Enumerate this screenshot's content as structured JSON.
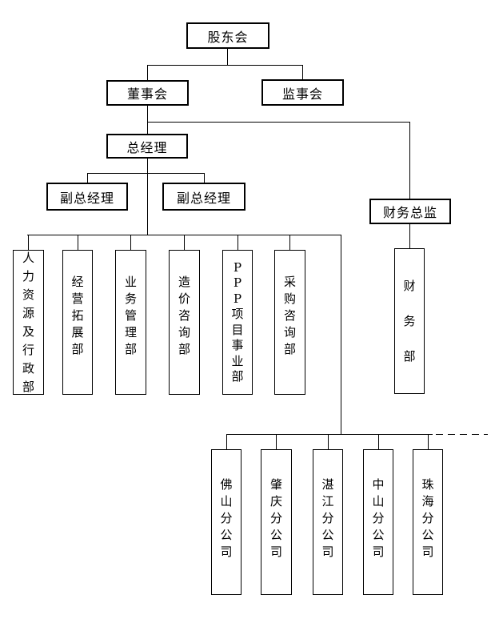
{
  "chart": {
    "shareholders": {
      "label": "股东会"
    },
    "board": {
      "label": "董事会"
    },
    "supervisory_board": {
      "label": "监事会"
    },
    "general_manager": {
      "label": "总经理"
    },
    "deputy_gm_left": {
      "label": "副总经理"
    },
    "deputy_gm_right": {
      "label": "副总经理"
    },
    "finance_director": {
      "label": "财务总监"
    },
    "departments": [
      {
        "label": "人力资源及行政部"
      },
      {
        "label": "经营拓展部"
      },
      {
        "label": "业务管理部"
      },
      {
        "label": "造价咨询部"
      },
      {
        "label": "PPP项目事业部"
      },
      {
        "label": "采购咨询部"
      }
    ],
    "finance_dept": {
      "label": "财务部"
    },
    "branches": [
      {
        "label": "佛山分公司"
      },
      {
        "label": "肇庆分公司"
      },
      {
        "label": "湛江分公司"
      },
      {
        "label": "中山分公司"
      },
      {
        "label": "珠海分公司"
      }
    ]
  },
  "colors": {
    "line": "#000000",
    "background": "#ffffff",
    "box_background": "#ffffff"
  }
}
